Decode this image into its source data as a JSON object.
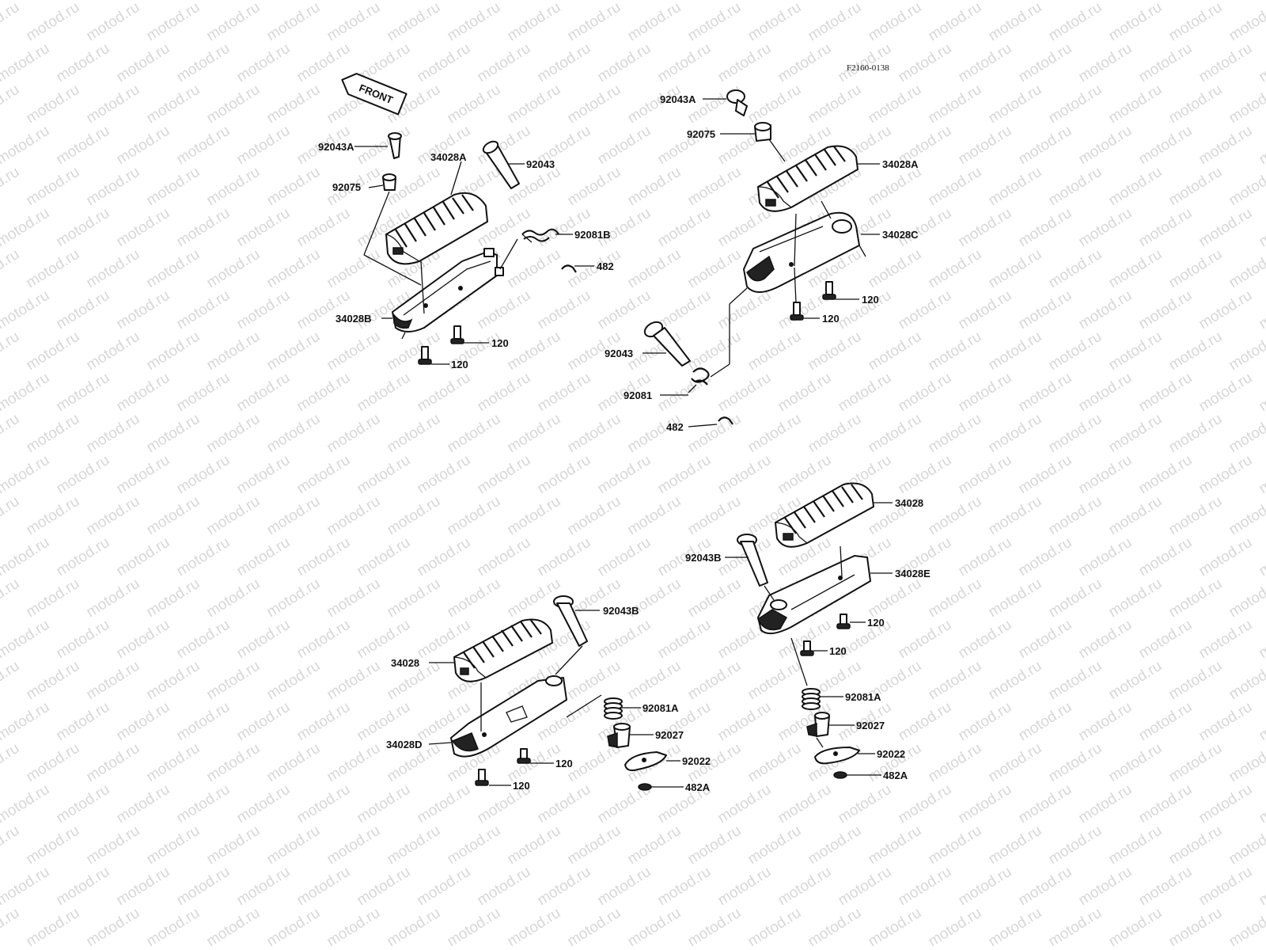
{
  "watermark": {
    "text": "motod.ru"
  },
  "diagram_code": "F2160-0138",
  "front_label": "FRONT",
  "groups": [
    {
      "id": "upper-left",
      "labels": [
        "92043A",
        "92075",
        "34028A",
        "92043",
        "92081B",
        "482",
        "34028B",
        "120",
        "120"
      ]
    },
    {
      "id": "upper-right",
      "labels": [
        "92043A",
        "92075",
        "34028A",
        "34028C",
        "120",
        "120",
        "92043",
        "92081",
        "482"
      ]
    },
    {
      "id": "lower-left",
      "labels": [
        "92043B",
        "34028",
        "34028D",
        "92081A",
        "92027",
        "92022",
        "482A",
        "120",
        "120"
      ]
    },
    {
      "id": "lower-right",
      "labels": [
        "34028",
        "92043B",
        "34028E",
        "120",
        "120",
        "92081A",
        "92027",
        "92022",
        "482A"
      ]
    }
  ]
}
